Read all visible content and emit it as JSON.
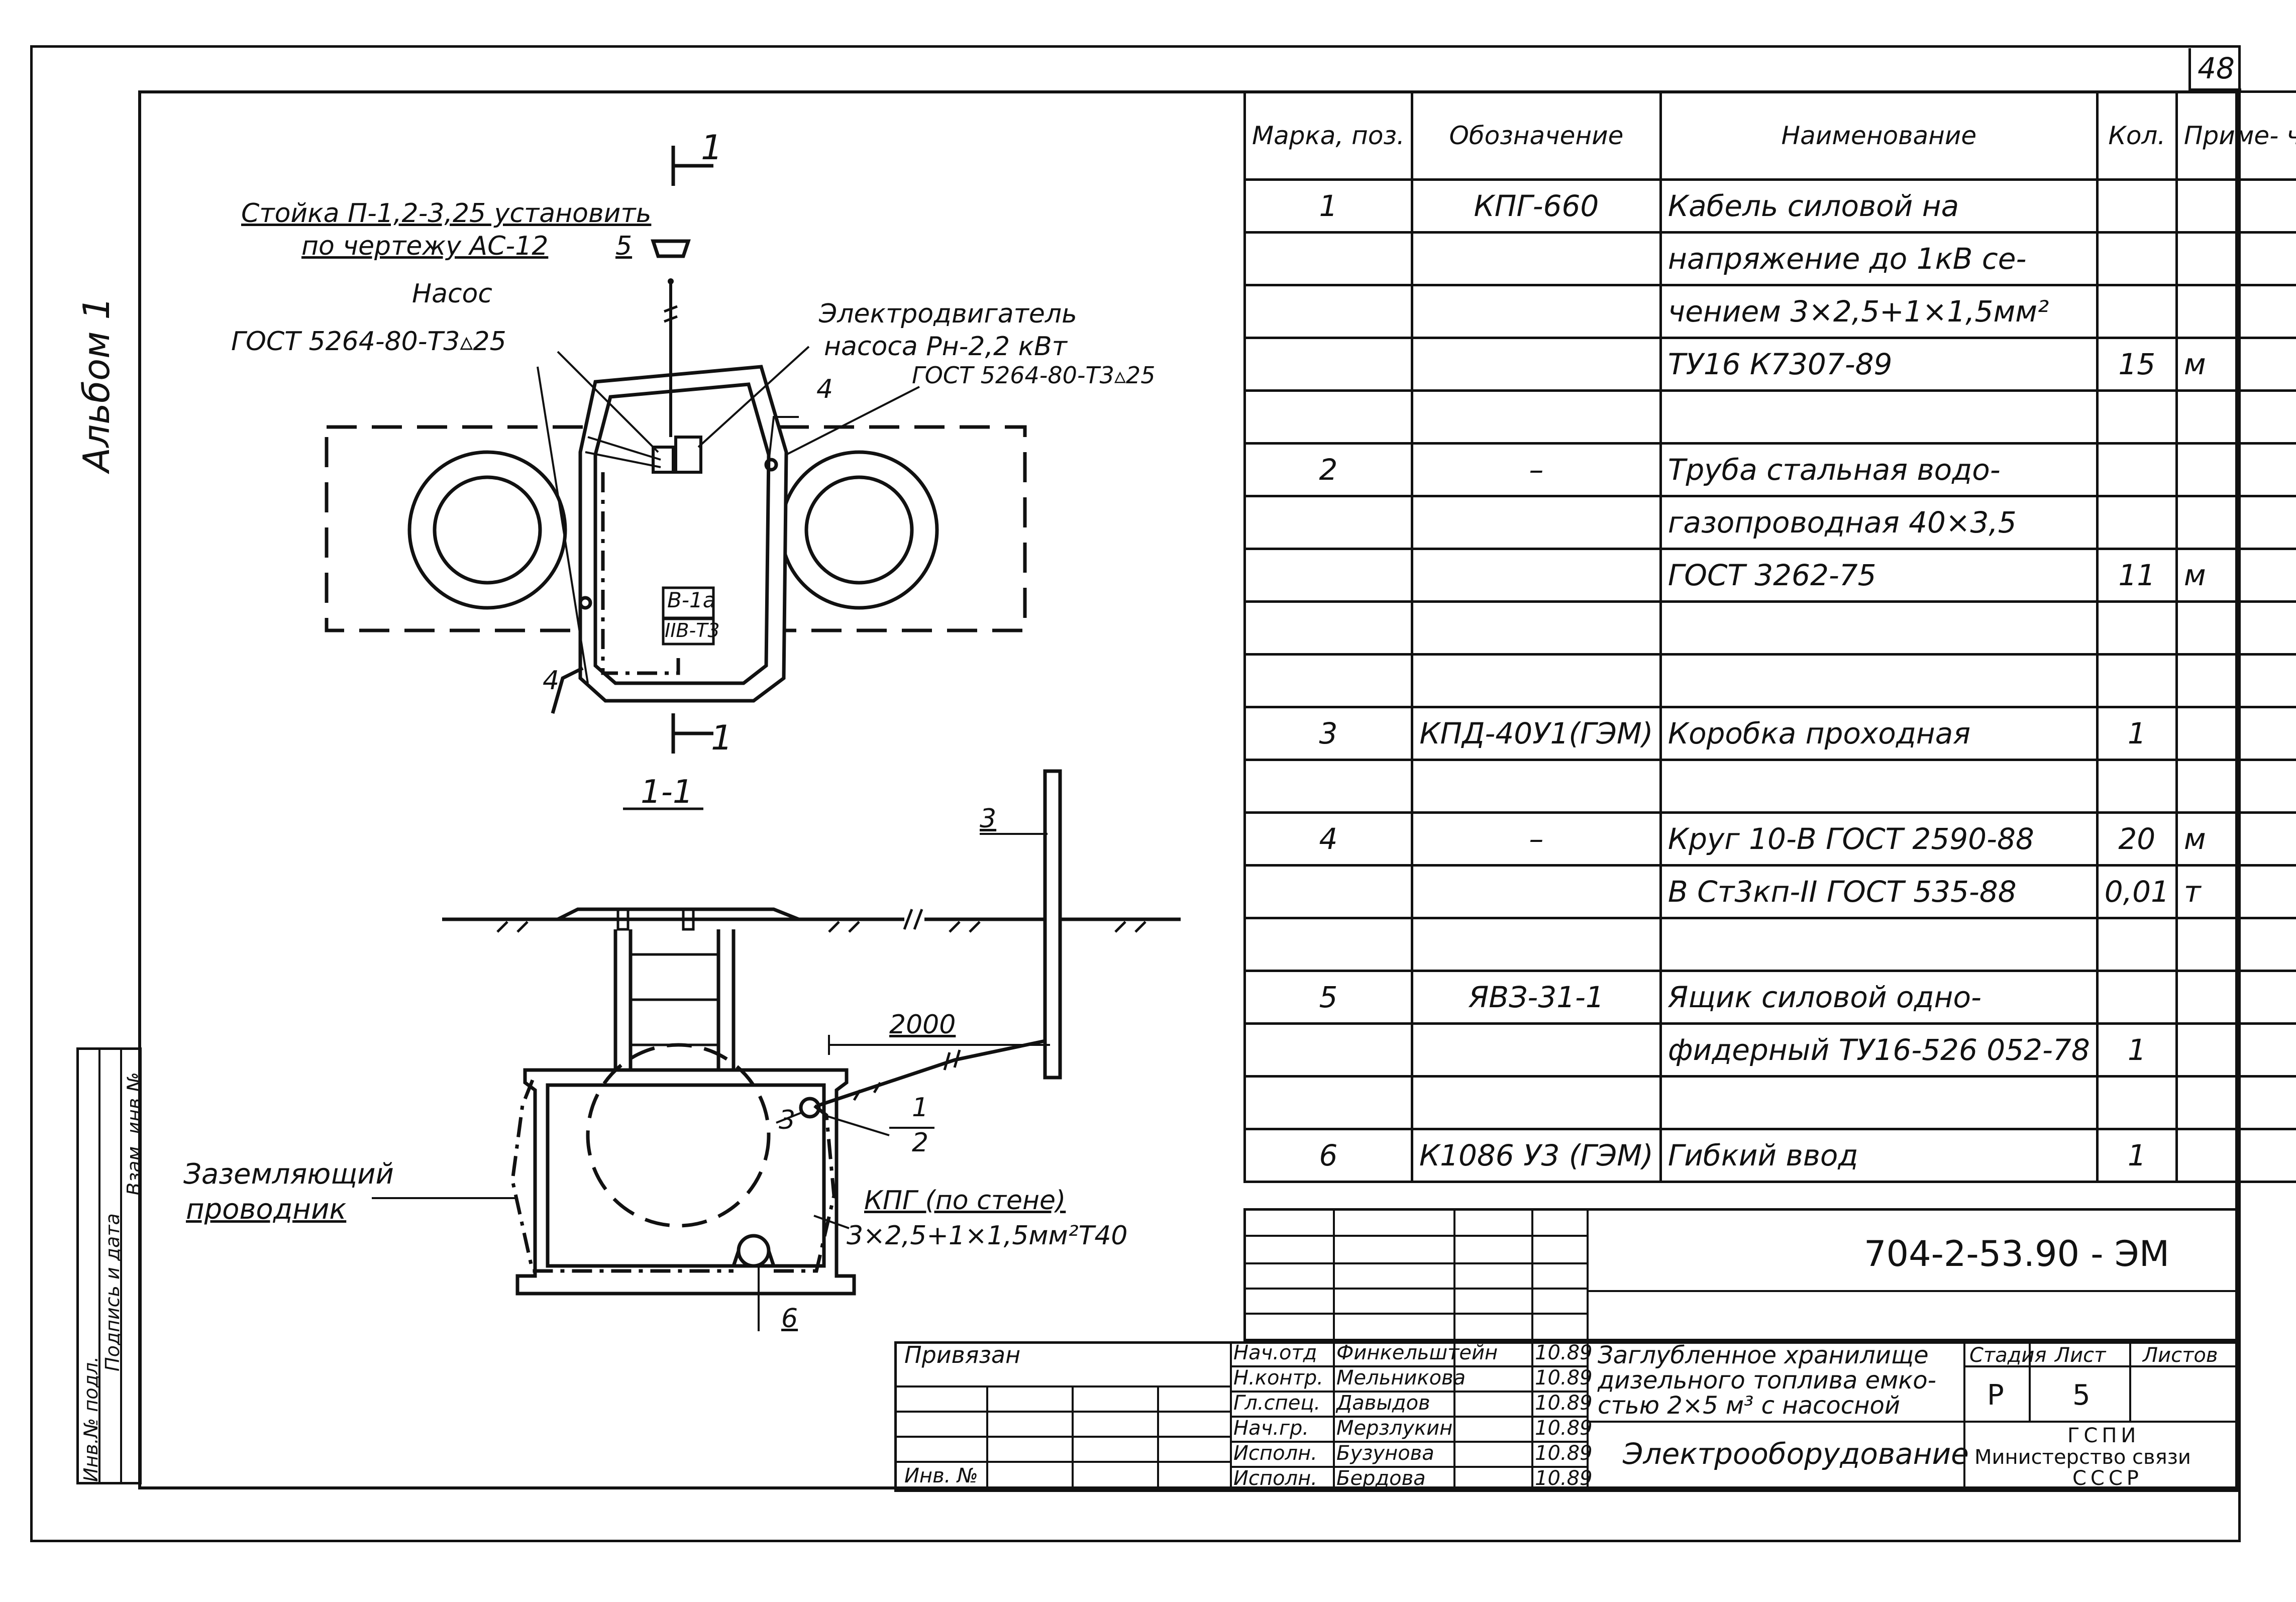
{
  "sheet_number": "48",
  "album_label": "Альбом 1",
  "plan": {
    "section_marker": "1",
    "stand_note_line1": "Стойка П-1,2-3,25 установить",
    "stand_note_line2": "по чертежу АС-12",
    "pos5": "5",
    "pump_label": "Насос",
    "gost_left": "ГОСТ 5264-80-Т3▵25",
    "motor_line1": "Электродвигатель",
    "motor_line2": "насоса Pн-2,2 кВт",
    "gost_right": "ГОСТ 5264-80-Т3▵25",
    "pos4_top": "4",
    "pos4_bottom": "4",
    "zone1": "В-1а",
    "zone2": "IIВ-Т3"
  },
  "section": {
    "title": "1-1",
    "pos3_top": "3",
    "dimension": "2000",
    "pos3_box": "3",
    "frac_top": "1",
    "frac_bottom": "2",
    "ground_line1": "Заземляющий",
    "ground_line2": "проводник",
    "cable_line1": "КПГ (по стене)",
    "cable_line2": "3×2,5+1×1,5мм²Т40",
    "pos6": "6"
  },
  "spec_table": {
    "headers": {
      "mark": "Марка, поз.",
      "designation": "Обозначение",
      "name": "Наименование",
      "qty": "Кол.",
      "note": "Приме- чание"
    },
    "rows": [
      {
        "mark": "1",
        "designation": "КПГ-660",
        "name": "Кабель силовой  на",
        "qty": "",
        "note": ""
      },
      {
        "mark": "",
        "designation": "",
        "name": "напряжение до 1кВ се-",
        "qty": "",
        "note": ""
      },
      {
        "mark": "",
        "designation": "",
        "name": "чением 3×2,5+1×1,5мм²",
        "qty": "",
        "note": ""
      },
      {
        "mark": "",
        "designation": "",
        "name": "ТУ16  К7307-89",
        "qty": "15",
        "note": "м"
      },
      {
        "mark": "",
        "designation": "",
        "name": "",
        "qty": "",
        "note": ""
      },
      {
        "mark": "2",
        "designation": "–",
        "name": "Труба стальная водо-",
        "qty": "",
        "note": ""
      },
      {
        "mark": "",
        "designation": "",
        "name": "газопроводная 40×3,5",
        "qty": "",
        "note": ""
      },
      {
        "mark": "",
        "designation": "",
        "name": "ГОСТ 3262-75",
        "qty": "11",
        "note": "м"
      },
      {
        "mark": "",
        "designation": "",
        "name": "",
        "qty": "",
        "note": ""
      },
      {
        "mark": "",
        "designation": "",
        "name": "",
        "qty": "",
        "note": ""
      },
      {
        "mark": "3",
        "designation": "КПД-40У1(ГЭМ)",
        "name": "Коробка  проходная",
        "qty": "1",
        "note": ""
      },
      {
        "mark": "",
        "designation": "",
        "name": "",
        "qty": "",
        "note": ""
      },
      {
        "mark": "4",
        "designation": "–",
        "name": "Круг 10-В ГОСТ 2590-88",
        "qty": "20",
        "note": "м"
      },
      {
        "mark": "",
        "designation": "",
        "name": "В Ст3кп-II ГОСТ 535-88",
        "qty": "0,01",
        "note": "т"
      },
      {
        "mark": "",
        "designation": "",
        "name": "",
        "qty": "",
        "note": ""
      },
      {
        "mark": "5",
        "designation": "ЯВЗ-31-1",
        "name": "Ящик силовой одно-",
        "qty": "",
        "note": ""
      },
      {
        "mark": "",
        "designation": "",
        "name": "фидерный ТУ16-526 052-78",
        "qty": "1",
        "note": ""
      },
      {
        "mark": "",
        "designation": "",
        "name": "",
        "qty": "",
        "note": ""
      },
      {
        "mark": "6",
        "designation": "К1086 У3 (ГЭМ)",
        "name": "Гибкий ввод",
        "qty": "1",
        "note": ""
      }
    ]
  },
  "title_block": {
    "doc_code": "704-2-53.90 - ЭМ",
    "bound_label": "Привязан",
    "inv_label": "Инв. №",
    "staff": [
      {
        "role": "Нач.отд",
        "name": "Финкельштейн",
        "date": "10.89"
      },
      {
        "role": "Н.контр.",
        "name": "Мельникова",
        "date": "10.89"
      },
      {
        "role": "Гл.спец.",
        "name": "Давыдов",
        "date": "10.89"
      },
      {
        "role": "Нач.гр.",
        "name": "Мерзлукин",
        "date": "10.89"
      },
      {
        "role": "Исполн.",
        "name": "Бузунова",
        "date": "10.89"
      },
      {
        "role": "Исполн.",
        "name": "Бердова",
        "date": "10.89"
      }
    ],
    "project_line1": "Заглубленное хранилище",
    "project_line2": "дизельного топлива емко-",
    "project_line3": "стью 2×5 м³ с насосной",
    "sheet_title": "Электрооборудование",
    "stage_label": "Стадия",
    "sheet_label": "Лист",
    "sheets_label": "Листов",
    "stage": "Р",
    "sheet": "5",
    "sheets": "",
    "org_line1": "ГСПИ",
    "org_line2": "Министерство связи",
    "org_line3": "СССР"
  },
  "side_stamp": {
    "col1": "Инв.№ подл.",
    "col2": "Подпись и дата",
    "col3": "Взам. инв.№"
  }
}
